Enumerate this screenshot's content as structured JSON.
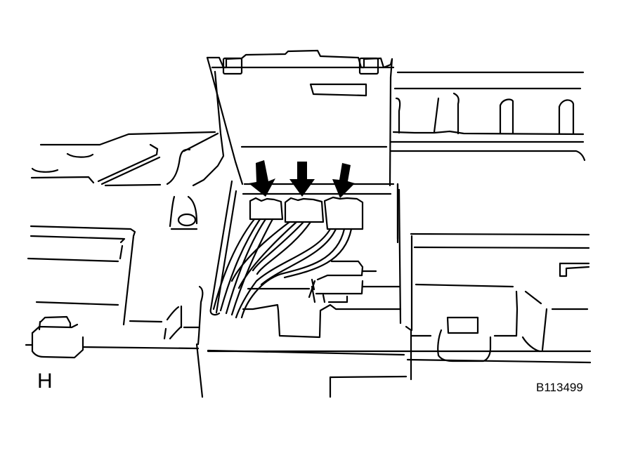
{
  "diagram": {
    "type": "service-manual-illustration",
    "subject": "open cover with three connectors and wire harness",
    "view_label": "H",
    "figure_code": "B113499",
    "arrows": [
      {
        "id": "arrow-1",
        "target": "connector-1"
      },
      {
        "id": "arrow-2",
        "target": "connector-2"
      },
      {
        "id": "arrow-3",
        "target": "connector-3"
      }
    ],
    "connectors": [
      {
        "id": "connector-1"
      },
      {
        "id": "connector-2"
      },
      {
        "id": "connector-3"
      }
    ],
    "colors": {
      "line": "#000000",
      "background": "#ffffff"
    }
  }
}
